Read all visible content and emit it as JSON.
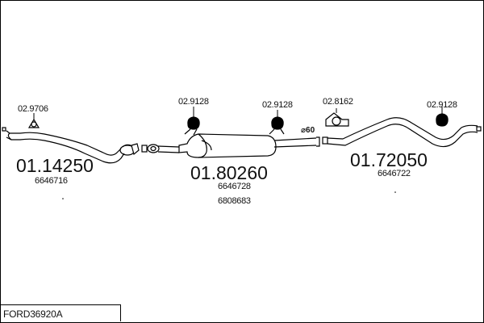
{
  "parts": [
    {
      "id": "front_pipe",
      "number": "01.14250",
      "oem": [
        "6646716"
      ]
    },
    {
      "id": "middle_silencer",
      "number": "01.80260",
      "oem": [
        "6646728",
        "6808683"
      ]
    },
    {
      "id": "rear_pipe",
      "number": "01.72050",
      "oem": [
        "6646722"
      ]
    }
  ],
  "accessories": [
    {
      "id": "gasket",
      "number": "02.9706"
    },
    {
      "id": "rubber_mount_1",
      "number": "02.9128"
    },
    {
      "id": "rubber_mount_2",
      "number": "02.9128"
    },
    {
      "id": "clamp",
      "number": "02.8162"
    },
    {
      "id": "rubber_mount_3",
      "number": "02.9128"
    }
  ],
  "dimension_label": "⌀60",
  "footer": {
    "code": "FORD36920A"
  }
}
